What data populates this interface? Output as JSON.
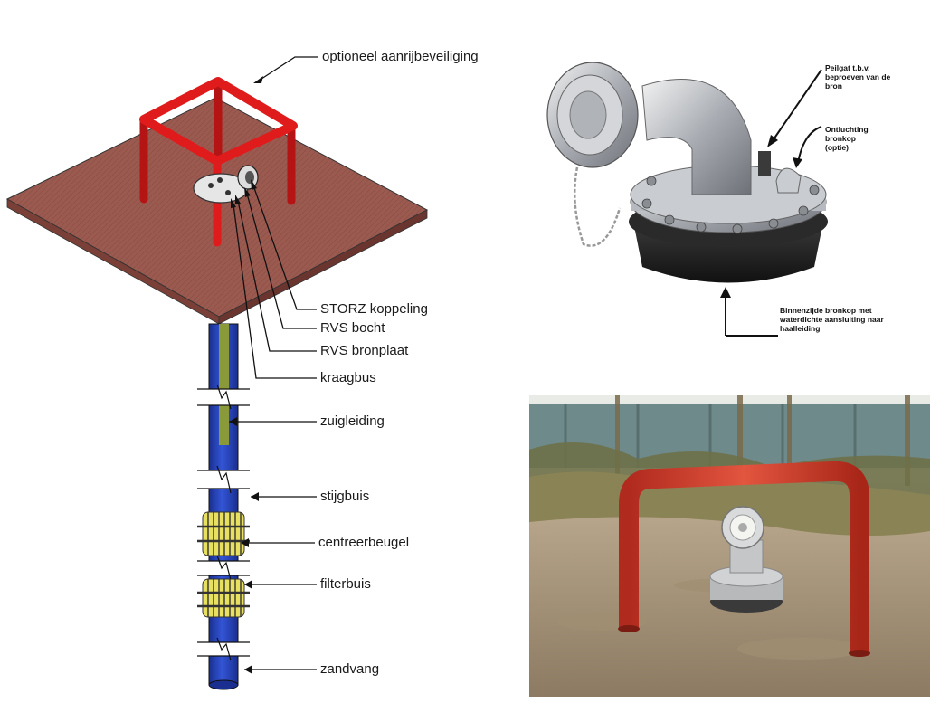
{
  "labels": {
    "aanrijbeveiliging": "optioneel aanrijbeveiliging",
    "storz": "STORZ koppeling",
    "rvs_bocht": "RVS bocht",
    "rvs_bronplaat": "RVS bronplaat",
    "kraagbus": "kraagbus",
    "zuigleiding": "zuigleiding",
    "stijgbuis": "stijgbuis",
    "centreerbeugel": "centreerbeugel",
    "filterbuis": "filterbuis",
    "zandvang": "zandvang"
  },
  "photo_annotations": {
    "peilgat": [
      "Peilgat t.b.v.",
      "beproeven van de",
      "bron"
    ],
    "ontluchting": [
      "Ontluchting",
      "bronkop",
      "(optie)"
    ],
    "binnenzijde": [
      "Binnenzijde bronkop met",
      "waterdichte aansluiting naar",
      "haalleiding"
    ]
  },
  "colors": {
    "plate": "#9a5a50",
    "plate_edge": "#7a3f37",
    "rail": "#e01b1b",
    "pipe": "#2440b8",
    "suction": "#8a9a3a",
    "centreer": "#e8e060"
  }
}
